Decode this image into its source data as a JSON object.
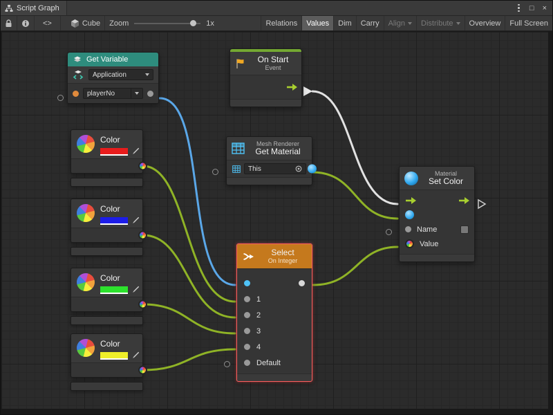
{
  "window": {
    "title": "Script Graph"
  },
  "toolbar": {
    "target": "Cube",
    "zoom_label": "Zoom",
    "zoom_value": "1x",
    "code_button": "<>",
    "buttons": [
      {
        "label": "Relations"
      },
      {
        "label": "Values"
      },
      {
        "label": "Dim"
      },
      {
        "label": "Carry"
      },
      {
        "label": "Align"
      },
      {
        "label": "Distribute"
      },
      {
        "label": "Overview"
      },
      {
        "label": "Full Screen"
      }
    ]
  },
  "nodes": {
    "get_variable": {
      "title": "Get Variable",
      "kind": "Application",
      "variable": "playerNo"
    },
    "on_start": {
      "title": "On Start",
      "subtitle": "Event"
    },
    "colors": [
      {
        "title": "Color",
        "value": "#e81c1c"
      },
      {
        "title": "Color",
        "value": "#1d1de8"
      },
      {
        "title": "Color",
        "value": "#2de22d"
      },
      {
        "title": "Color",
        "value": "#efef2a"
      }
    ],
    "get_material": {
      "category": "Mesh Renderer",
      "title": "Get Material",
      "target_field": "This"
    },
    "select": {
      "title": "Select",
      "subtitle": "On Integer",
      "branches": [
        "1",
        "2",
        "3",
        "4",
        "Default"
      ]
    },
    "set_color": {
      "category": "Material",
      "title": "Set Color",
      "inputs": [
        "Name",
        "Value"
      ]
    }
  }
}
